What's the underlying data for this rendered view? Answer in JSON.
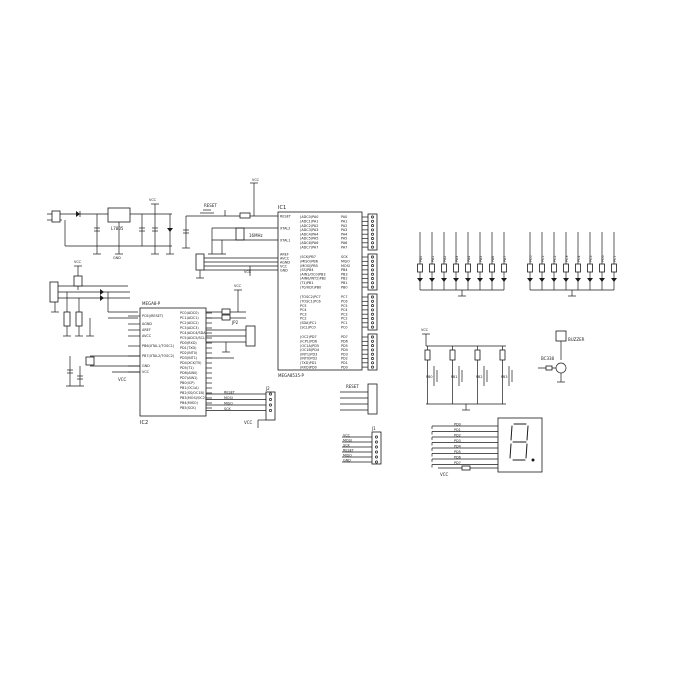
{
  "labels": {
    "ic1": "IC1",
    "ic1_part": "MEGA8535-P",
    "ic2": "IC2",
    "ic2_part": "MEGA8-P",
    "reset": "RESET",
    "xtal": "16MHz",
    "jp2": "JP2",
    "j2": "J2",
    "j1": "J1",
    "regulator": "L7805",
    "buzzer": "BUZZER",
    "buzzer_ic": "BC338",
    "gnd": "GND",
    "vcc": "VCC"
  },
  "ic1_left_pins": [
    "RESET",
    "XTAL2",
    "XTAL1",
    "AREF",
    "AVCC",
    "AGND",
    "VCC",
    "GND"
  ],
  "ic1_right_pins": [
    "(ADC0)PA0",
    "(ADC1)PA1",
    "(ADC2)PA2",
    "(ADC3)PA3",
    "(ADC4)PA4",
    "(ADC5)PA5",
    "(ADC6)PA6",
    "(ADC7)PA7",
    "(SCK)PB7",
    "(MISO)PB6",
    "(MOSI)PB5",
    "(SS)PB4",
    "(AIN1/OC0)PB3",
    "(AIN0/INT2)PB2",
    "(T1)PB1",
    "(T0/XCK)PB0",
    "(TOSC2)PC7",
    "(TOSC1)PC6",
    "PC5",
    "PC4",
    "PC3",
    "PC2",
    "(SDA)PC1",
    "(SCL)PC0",
    "(OC2)PD7",
    "(ICP1)PD6",
    "(OC1A)PD5",
    "(OC1B)PD4",
    "(INT1)PD3",
    "(INT0)PD2",
    "(TXD)PD1",
    "(RXD)PD0"
  ],
  "ic1_net_labels": [
    "PA0",
    "PA1",
    "PA2",
    "PA3",
    "PA4",
    "PA5",
    "PA6",
    "PA7",
    "SCK",
    "MISO",
    "MOSI",
    "PB4",
    "PB3",
    "PB2",
    "PB1",
    "PB0",
    "PC7",
    "PC6",
    "PC5",
    "PC4",
    "PC3",
    "PC2",
    "PC1",
    "PC0",
    "PD7",
    "PD6",
    "PD5",
    "PD4",
    "PD3",
    "PD2",
    "PD1",
    "PD0"
  ],
  "ic2_left_pins": [
    "PC6(/RESET)",
    "AGND",
    "AREF",
    "AVCC",
    "PB6(XTAL1/TOSC1)",
    "PB7(XTAL2/TOSC2)",
    "GND",
    "VCC"
  ],
  "ic2_right_pins": [
    "PC0(ADC0)",
    "PC1(ADC1)",
    "PC2(ADC2)",
    "PC3(ADC3)",
    "PC4(ADC4/SDA)",
    "PC5(ADC5/SCL)",
    "PD0(RXD)",
    "PD1(TXD)",
    "PD2(INT0)",
    "PD3(INT1)",
    "PD4(XCK/T0)",
    "PD5(T1)",
    "PD6(AIN0)",
    "PD7(AIN1)",
    "PB0(ICP)",
    "PB1(OC1A)",
    "PB2(SS/OC1B)",
    "PB3(MOSI/OC2)",
    "PB4(MISO)",
    "PB5(SCK)"
  ],
  "isp_signals": [
    "RESET",
    "MOSI",
    "MISO",
    "SCK"
  ],
  "j1_signals": [
    "VCC",
    "MOSI",
    "SCK",
    "RESET",
    "MISO",
    "GND"
  ],
  "led_nets_a": [
    "PA0",
    "PA1",
    "PA2",
    "PA3",
    "PA4",
    "PA5",
    "PA6",
    "PA7"
  ],
  "led_nets_c": [
    "PC0",
    "PC1",
    "PC2",
    "PC3",
    "PC4",
    "PC5",
    "PC6",
    "PC7"
  ],
  "switch_labels": [
    "PB0",
    "PB1",
    "PB2",
    "PB3"
  ],
  "seg_nets": [
    "PD0",
    "PD1",
    "PD2",
    "PD3",
    "PD4",
    "PD5",
    "PD6",
    "PD7"
  ]
}
